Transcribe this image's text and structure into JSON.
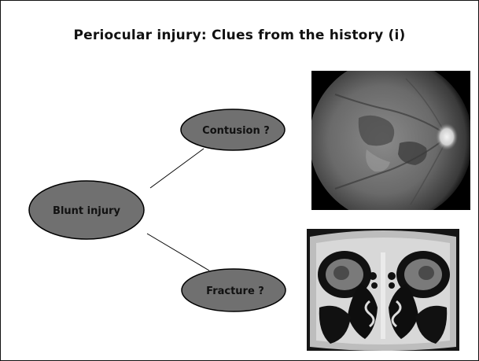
{
  "slide": {
    "title": "Periocular injury: Clues from the history (i)"
  },
  "diagram": {
    "root": {
      "label": "Blunt injury"
    },
    "branches": [
      {
        "label": "Contusion ?"
      },
      {
        "label": "Fracture ?"
      }
    ],
    "colors": {
      "node_fill": "#707070",
      "node_stroke": "#000000",
      "connector": "#000000"
    }
  },
  "images": {
    "fundus_photo": {
      "kind": "retinal fundus photograph"
    },
    "ct_scan": {
      "kind": "coronal CT scan of orbits"
    }
  }
}
